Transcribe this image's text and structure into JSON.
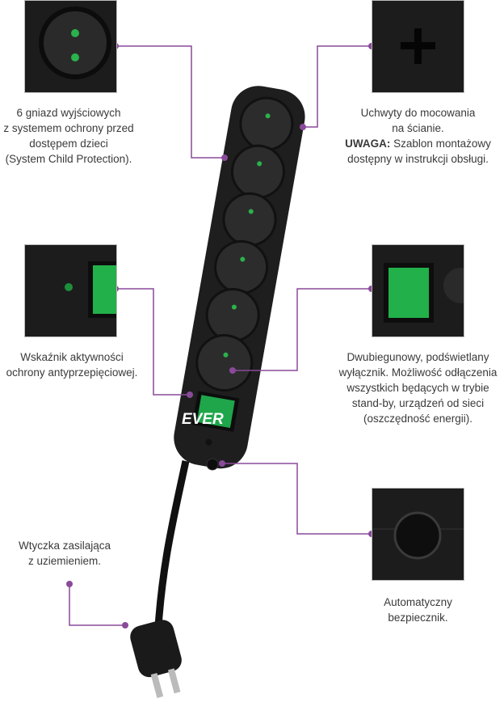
{
  "brand": "EVER",
  "accent_color": "#8a4a9a",
  "callouts": {
    "sockets": {
      "lines": [
        "6 gniazd wyjściowych",
        "z systemem ochrony przed",
        "dostępem dzieci",
        "(System Child Protection)."
      ]
    },
    "mounting": {
      "lines": [
        "Uchwyty do mocowania",
        "na ścianie."
      ],
      "warning_label": "UWAGA:",
      "warning_text": " Szablon montażowy",
      "warning_line2": "dostępny w instrukcji obsługi."
    },
    "indicator": {
      "lines": [
        "Wskaźnik aktywności",
        "ochrony antyprzepięciowej."
      ]
    },
    "switch": {
      "lines": [
        "Dwubiegunowy, podświetlany",
        "wyłącznik. Możliwość odłączenia",
        "wszystkich będących w trybie",
        "stand-by, urządzeń od sieci",
        "(oszczędność energii)."
      ]
    },
    "plug": {
      "lines": [
        "Wtyczka zasilająca",
        "z uziemieniem."
      ]
    },
    "fuse": {
      "lines": [
        "Automatyczny",
        "bezpiecznik."
      ]
    }
  }
}
